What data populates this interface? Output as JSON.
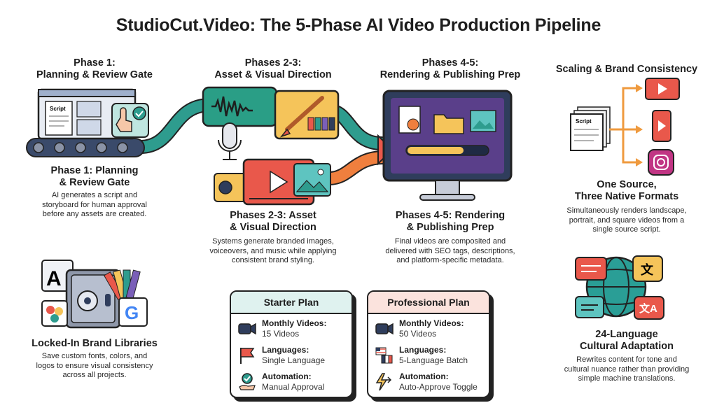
{
  "title": "StudioCut.Video: The 5-Phase AI Video Production Pipeline",
  "top_headings": {
    "phase1": [
      "Phase 1:",
      "Planning & Review Gate"
    ],
    "phase23": [
      "Phases 2-3:",
      "Asset & Visual Direction"
    ],
    "phase45": [
      "Phases 4-5:",
      "Rendering & Publishing Prep"
    ],
    "scaling": "Scaling & Brand Consistency"
  },
  "script_label": "Script",
  "phase1": {
    "title": [
      "Phase 1: Planning",
      "& Review Gate"
    ],
    "desc": [
      "AI generates a script and",
      "storyboard for human approval",
      "before any assets are created."
    ]
  },
  "phase23": {
    "title": [
      "Phases 2-3: Asset",
      "& Visual Direction"
    ],
    "desc": [
      "Systems generate branded images,",
      "voiceovers, and music while applying",
      "consistent brand styling."
    ]
  },
  "phase45": {
    "title": [
      "Phases 4-5: Rendering",
      "& Publishing Prep"
    ],
    "desc": [
      "Final videos are composited and",
      "delivered with SEO tags, descriptions,",
      "and platform-specific metadata."
    ]
  },
  "formats": {
    "title": [
      "One Source,",
      "Three Native Formats"
    ],
    "desc": [
      "Simultaneously renders landscape,",
      "portrait, and square videos from a",
      "single source script."
    ]
  },
  "brand": {
    "title": "Locked-In Brand Libraries",
    "desc": [
      "Save custom fonts, colors, and",
      "logos to ensure visual consistency",
      "across all projects."
    ]
  },
  "language": {
    "title": [
      "24-Language",
      "Cultural Adaptation"
    ],
    "desc": [
      "Rewrites content for tone and",
      "cultural nuance rather than providing",
      "simple machine translations."
    ]
  },
  "plans": [
    {
      "name": "Starter Plan",
      "header_color": "#dff2ef",
      "rows": [
        {
          "label": "Monthly Videos:",
          "value": "15 Videos",
          "icon": "camera-icon"
        },
        {
          "label": "Languages:",
          "value": "Single Language",
          "icon": "flag-icon"
        },
        {
          "label": "Automation:",
          "value": "Manual Approval",
          "icon": "hand-check-icon"
        }
      ]
    },
    {
      "name": "Professional Plan",
      "header_color": "#fbe3dd",
      "rows": [
        {
          "label": "Monthly Videos:",
          "value": "50 Videos",
          "icon": "camera-icon"
        },
        {
          "label": "Languages:",
          "value": "5-Language Batch",
          "icon": "flags-icon"
        },
        {
          "label": "Automation:",
          "value": "Auto-Approve Toggle",
          "icon": "lightning-icon"
        }
      ]
    }
  ],
  "colors": {
    "teal": "#2e9c8e",
    "orange": "#ef7f3e",
    "red": "#e9584b",
    "yellow": "#f5c45a",
    "purple": "#7a5fb8",
    "navy": "#2f3d5c"
  }
}
